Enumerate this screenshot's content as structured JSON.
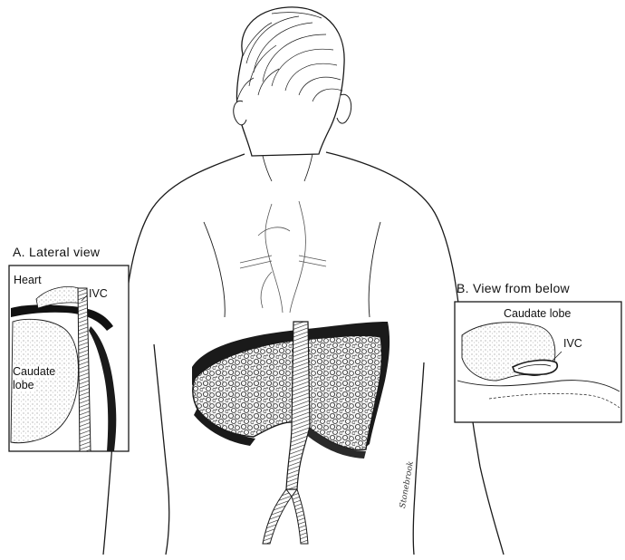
{
  "figure": {
    "lateral_view": {
      "title": "A. Lateral view",
      "labels": [
        "Heart",
        "IVC",
        "Caudate",
        "lobe"
      ]
    },
    "below_view": {
      "title": "B. View from below",
      "labels": [
        "Caudate lobe",
        "IVC"
      ]
    },
    "artist_signature": "Stonebrook"
  }
}
